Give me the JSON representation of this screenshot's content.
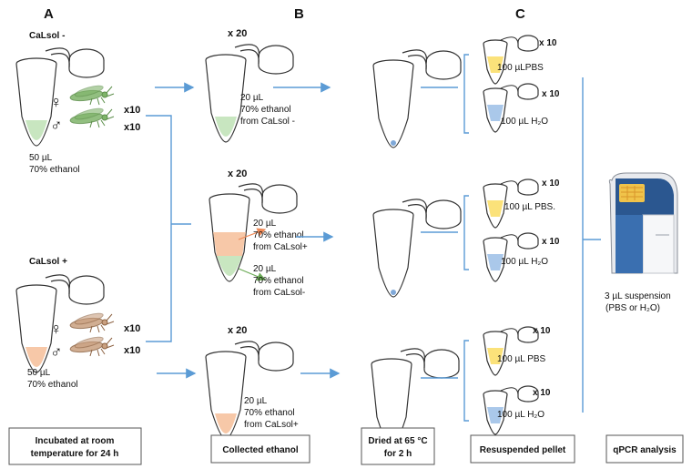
{
  "panels": {
    "a": "A",
    "b": "B",
    "c": "C"
  },
  "section_a": {
    "calsol_neg": "CaLsol -",
    "calsol_pos": "CaLsol +",
    "female_symbol": "♀",
    "male_symbol": "♂",
    "count": "x10",
    "volume_line1": "50 µL",
    "volume_line2": "70% ethanol"
  },
  "section_b": {
    "multiplier": "x 20",
    "tube1": [
      "20 µL",
      "70% ethanol",
      "from CaLsol -"
    ],
    "tube2_upper": [
      "20 µL",
      "70% ethanol",
      "from CaLsol+"
    ],
    "tube2_lower": [
      "20 µL",
      "70% ethanol",
      "from CaLsol-"
    ],
    "tube3": [
      "20 µL",
      "70% ethanol",
      "from CaLsol+"
    ]
  },
  "section_c": {
    "count": "x 10",
    "group1": [
      "100 µLPBS",
      "100 µL H₂O"
    ],
    "group2": [
      "100 µL PBS.",
      "100 µL H₂O"
    ],
    "group3": [
      "100 µL PBS",
      "100 µL H₂O"
    ]
  },
  "qpcr": {
    "line1": "3 µL suspension",
    "line2": "(PBS or H₂O)"
  },
  "steps": {
    "step1": [
      "Incubated at room",
      "temperature for 24 h"
    ],
    "step2": [
      "Collected ethanol"
    ],
    "step3": [
      "Dried at 65 °C",
      "for 2 h"
    ],
    "step4": [
      "Resuspended pellet"
    ],
    "step5": [
      "qPCR analysis"
    ]
  },
  "colors": {
    "arrow": "#5b9bd5",
    "green_liquid": "#c8e6c0",
    "tan_liquid": "#f7c8a8",
    "yellow_buffer": "#fbe27a",
    "blue_water": "#aac8ea",
    "green_insect": "#7fb46a",
    "brown_insect": "#b98863"
  }
}
